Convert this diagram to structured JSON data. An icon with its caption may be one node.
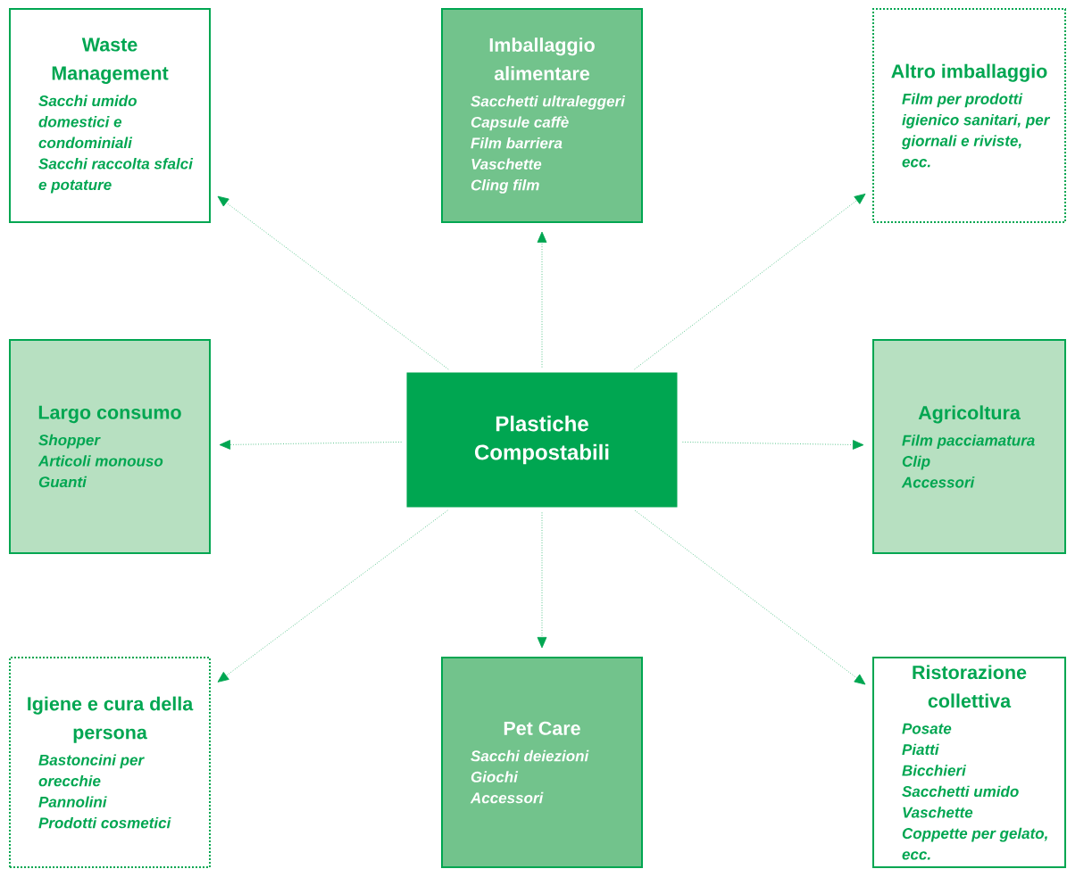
{
  "diagram": {
    "nodes": [
      {
        "text": [
          "Waste Management",
          "Sacchi umido domestici e condominiali",
          "Sacchi raccolta sfalci e potature"
        ]
      },
      {
        "text": [
          "Imballaggio alimentare",
          "Sacchetti ultraleggeri",
          "Capsule caffè",
          "Film barriera",
          "Vaschette",
          "Cling film"
        ]
      },
      {
        "text": [
          "Altro imballaggio",
          "Film per prodotti igienico sanitari, per giornali e riviste, ecc."
        ]
      },
      {
        "text": [
          "Largo consumo",
          "Shopper",
          "Articoli monouso",
          "Guanti"
        ]
      },
      {
        "text": [
          "Plastiche Compostabili"
        ]
      },
      {
        "text": [
          "Agricoltura",
          "Film pacciamatura",
          "Clip",
          "Accessori"
        ]
      },
      {
        "text": [
          "Igiene e cura della persona",
          "Bastoncini per orecchie",
          "Pannolini",
          "Prodotti cosmetici"
        ]
      },
      {
        "text": [
          "Pet Care",
          "Sacchi deiezioni",
          "Giochi",
          "Accessori"
        ]
      },
      {
        "text": [
          "Ristorazione collettiva",
          "Posate",
          "Piatti",
          "Bicchieri",
          "Sacchetti umido",
          "Vaschette",
          "Coppette per gelato, ecc."
        ]
      }
    ],
    "edges": [
      {
        "from": 4,
        "to": 0,
        "arrow": "to"
      },
      {
        "from": 4,
        "to": 1,
        "arrow": "to"
      },
      {
        "from": 4,
        "to": 2,
        "arrow": "to"
      },
      {
        "from": 4,
        "to": 3,
        "arrow": "to"
      },
      {
        "from": 4,
        "to": 5,
        "arrow": "to"
      },
      {
        "from": 4,
        "to": 6,
        "arrow": "to"
      },
      {
        "from": 4,
        "to": 7,
        "arrow": "to"
      },
      {
        "from": 4,
        "to": 8,
        "arrow": "to"
      }
    ]
  }
}
